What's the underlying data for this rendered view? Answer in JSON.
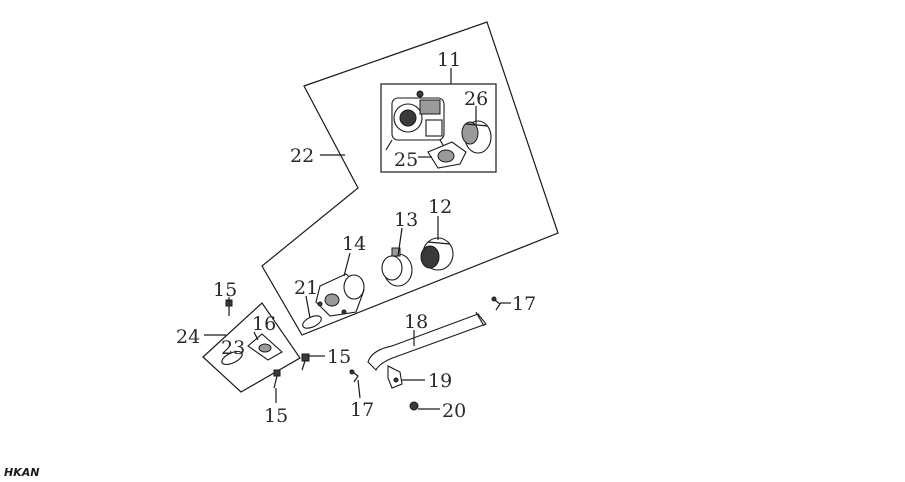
{
  "diagram_code": "HKAN",
  "callouts": {
    "c11": "11",
    "c26": "26",
    "c25": "25",
    "c22": "22",
    "c13": "13",
    "c12": "12",
    "c14": "14",
    "c21": "21",
    "c15a": "15",
    "c16": "16",
    "c24": "24",
    "c23": "23",
    "c18": "18",
    "c17a": "17",
    "c15b": "15",
    "c19": "19",
    "c17b": "17",
    "c15c": "15",
    "c20": "20"
  }
}
